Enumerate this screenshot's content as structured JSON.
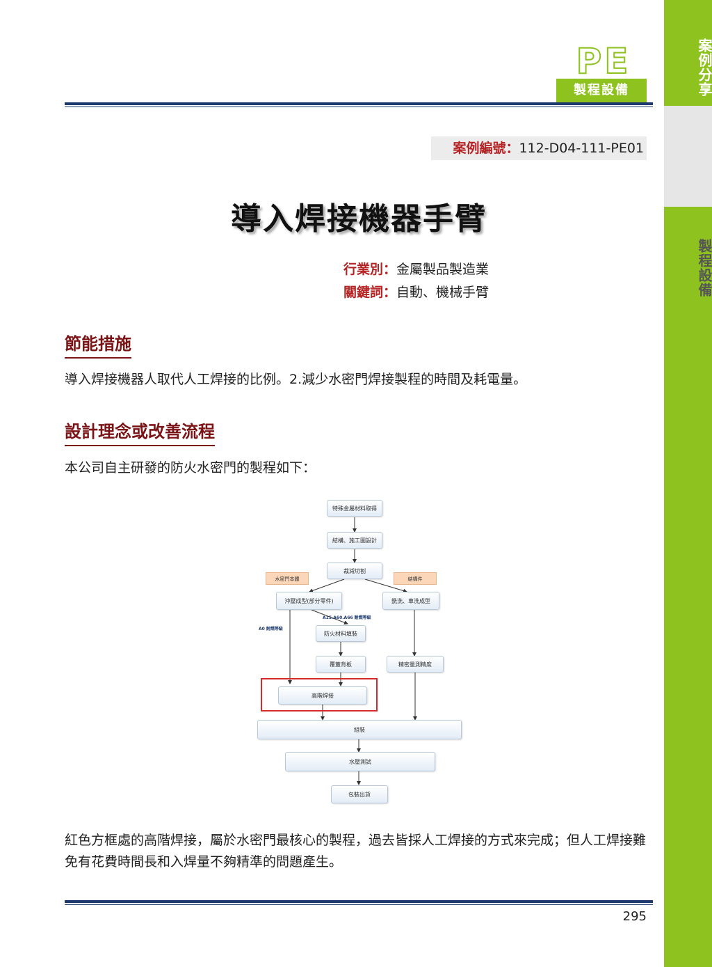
{
  "sidebar": {
    "top_label": "案例分享",
    "bottom_label": "製程設備"
  },
  "badge": {
    "logo": "PE",
    "label": "製程設備"
  },
  "case": {
    "label": "案例編號：",
    "number": "112-D04-111-PE01"
  },
  "title": "導入焊接機器手臂",
  "meta": {
    "industry_label": "行業別：",
    "industry": "金屬製品製造業",
    "keywords_label": "關鍵詞：",
    "keywords": "自動、機械手臂"
  },
  "sections": {
    "measures_title": "節能措施",
    "measures_text": "導入焊接機器人取代人工焊接的比例。2.減少水密門焊接製程的時間及耗電量。",
    "design_title": "設計理念或改善流程",
    "design_intro": "本公司自主研發的防火水密門的製程如下：",
    "conclusion": "紅色方框處的高階焊接，屬於水密門最核心的製程，過去皆採人工焊接的方式來完成；但人工焊接難免有花費時間長和入焊量不夠精準的問題產生。"
  },
  "flowchart": {
    "steps": {
      "s1": "特殊金屬材料取得",
      "s2": "結構、施工圖設計",
      "s3": "裁減切割",
      "s4": "沖壓成型(部分零件)",
      "s5": "銑洗、車洗成型",
      "s6": "防火材料填裝",
      "s7": "覆蓋背板",
      "s8": "精密量測精度",
      "s9": "高階焊接",
      "s10": "組裝",
      "s11": "水壓測試",
      "s12": "包裝出貨"
    },
    "tags": {
      "left": "水密門本體",
      "right": "結構件"
    },
    "notes": {
      "a15": "A15.A60.A66 耐燃等級",
      "a0": "A0 耐燃等級"
    },
    "highlight_color": "#d42a2a"
  },
  "page_number": "295",
  "colors": {
    "green": "#8dc21f",
    "navy": "#1f3b6e",
    "red": "#b52324"
  }
}
